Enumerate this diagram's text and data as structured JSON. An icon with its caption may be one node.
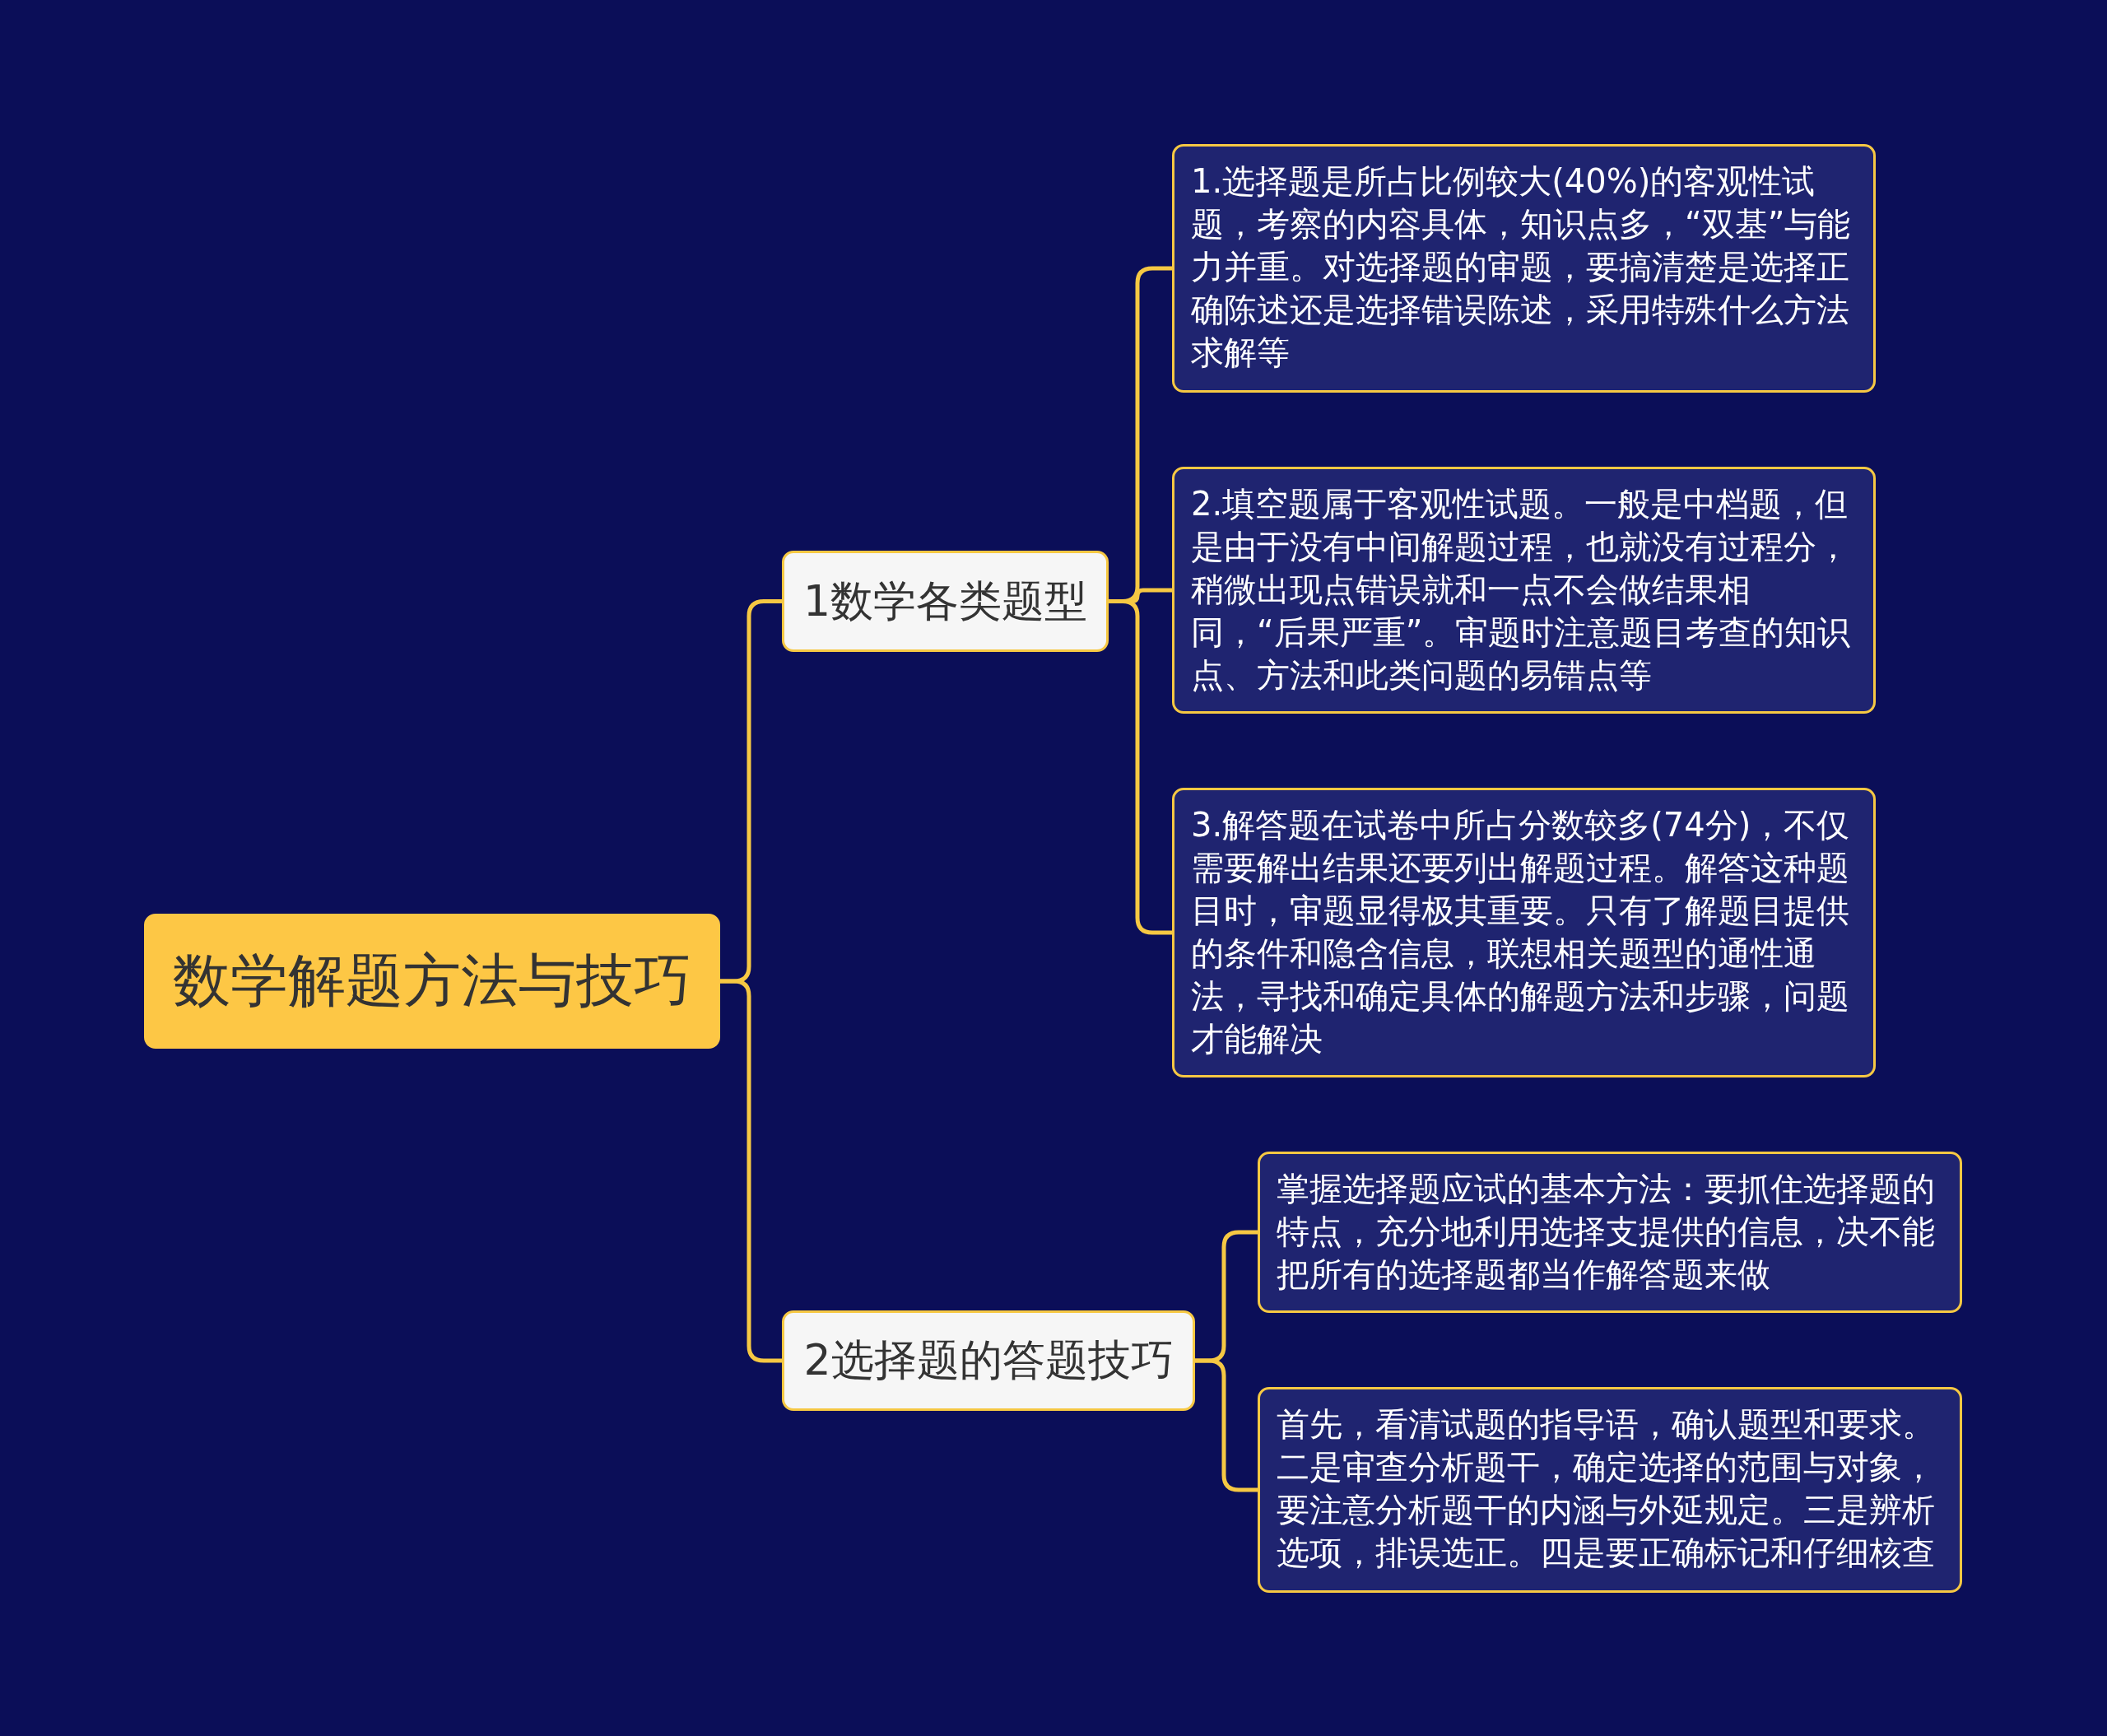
{
  "diagram": {
    "nodes": [
      {
        "text": [
          "数学解题方法与技巧"
        ]
      },
      {
        "text": [
          "1数学各类题型"
        ]
      },
      {
        "text": [
          "1.选择题是所占比例较大(40%)的客观性试题，考察的内容具体，知识点多，“双基”与能力并重。对选择题的审题，要搞清楚是选择正确陈述还是选择错误陈述，采用特殊什么方法求解等"
        ]
      },
      {
        "text": [
          "2.填空题属于客观性试题。一般是中档题，但是由于没有中间解题过程，也就没有过程分，稍微出现点错误就和一点不会做结果相同，“后果严重”。审题时注意题目考查的知识点、方法和此类问题的易错点等"
        ]
      },
      {
        "text": [
          "3.解答题在试卷中所占分数较多(74分)，不仅需要解出结果还要列出解题过程。解答这种题目时，审题显得极其重要。只有了解题目提供的条件和隐含信息，联想相关题型的通性通法，寻找和确定具体的解题方法和步骤，问题才能解决"
        ]
      },
      {
        "text": [
          "2选择题的答题技巧"
        ]
      },
      {
        "text": [
          "掌握选择题应试的基本方法：要抓住选择题的特点，充分地利用选择支提供的信息，决不能把所有的选择题都当作解答题来做"
        ]
      },
      {
        "text": [
          "首先，看清试题的指导语，确认题型和要求。二是审查分析题干，确定选择的范围与对象，要注意分析题干的内涵与外延规定。三是辨析选项，排误选正。四是要正确标记和仔细核查"
        ]
      }
    ],
    "edges": [
      {
        "from": 0,
        "to": 1,
        "arrow": "none"
      },
      {
        "from": 1,
        "to": 2,
        "arrow": "none"
      },
      {
        "from": 1,
        "to": 3,
        "arrow": "none"
      },
      {
        "from": 1,
        "to": 4,
        "arrow": "none"
      },
      {
        "from": 0,
        "to": 5,
        "arrow": "none"
      },
      {
        "from": 5,
        "to": 6,
        "arrow": "none"
      },
      {
        "from": 5,
        "to": 7,
        "arrow": "none"
      }
    ]
  }
}
